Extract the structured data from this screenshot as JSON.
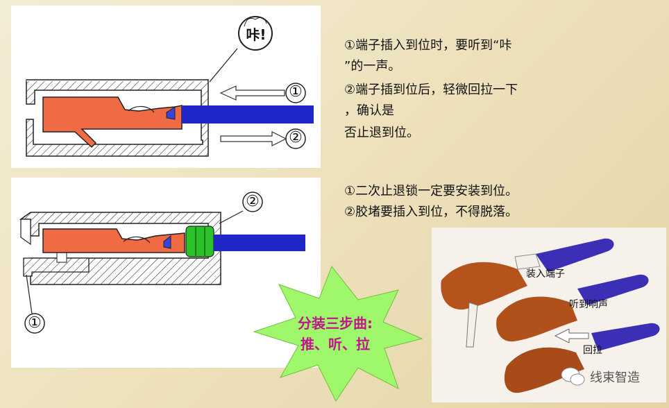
{
  "top_diagram": {
    "bubble": "咔!",
    "arrow1": "①",
    "arrow2": "②"
  },
  "top_notes": {
    "l1": "①端子插入到位时，要听到“咔",
    "l2": "”的一声。",
    "l3": "②端子插到位后，轻微回拉一下",
    "l4": "，确认是",
    "l5": "否止退到位。"
  },
  "bottom_diagram": {
    "callout1": "①",
    "callout2": "②"
  },
  "bottom_notes": {
    "l1": "①二次止退锁一定要安装到位。",
    "l2": "②胶堵要插入到位，不得脱落。"
  },
  "burst": {
    "l1": "分装三步曲:",
    "l2": "推、听、拉"
  },
  "photo": {
    "label1": "装入端子",
    "label2": "听到响声",
    "label3": "回拉",
    "watermark": "线束智造"
  },
  "colors": {
    "terminal": "#f06a43",
    "wire": "#1f27c8",
    "seal": "#2bc12a",
    "burst": "#9ff76b",
    "burst_text": "#c0168a"
  }
}
